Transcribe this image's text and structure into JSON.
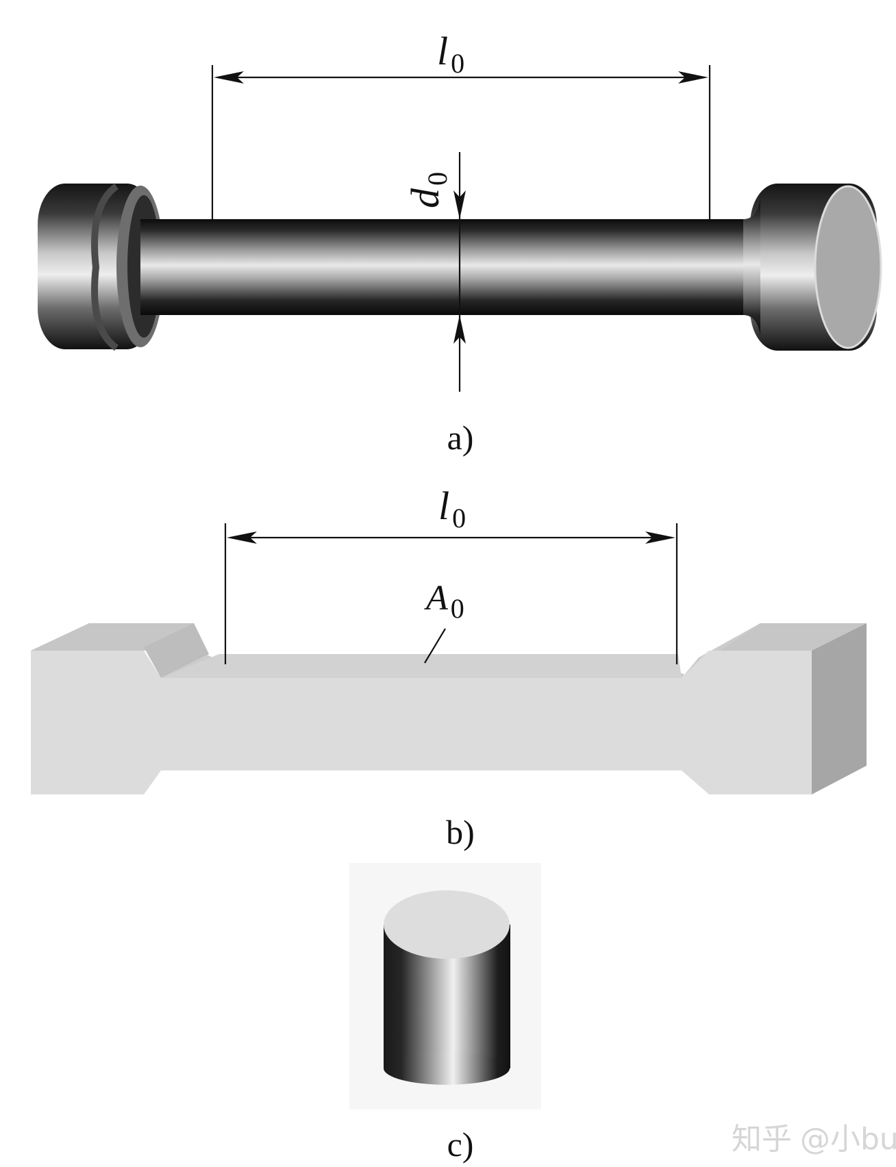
{
  "figure": {
    "panel_a": {
      "caption": "a)",
      "length_label": {
        "base": "l",
        "sub": "0"
      },
      "diameter_label": {
        "base": "d",
        "sub": "0"
      }
    },
    "panel_b": {
      "caption": "b)",
      "length_label": {
        "base": "l",
        "sub": "0"
      },
      "area_label": {
        "base": "A",
        "sub": "0"
      }
    },
    "panel_c": {
      "caption": "c)"
    }
  },
  "watermark": {
    "site": "知乎",
    "author": "@小bu"
  }
}
